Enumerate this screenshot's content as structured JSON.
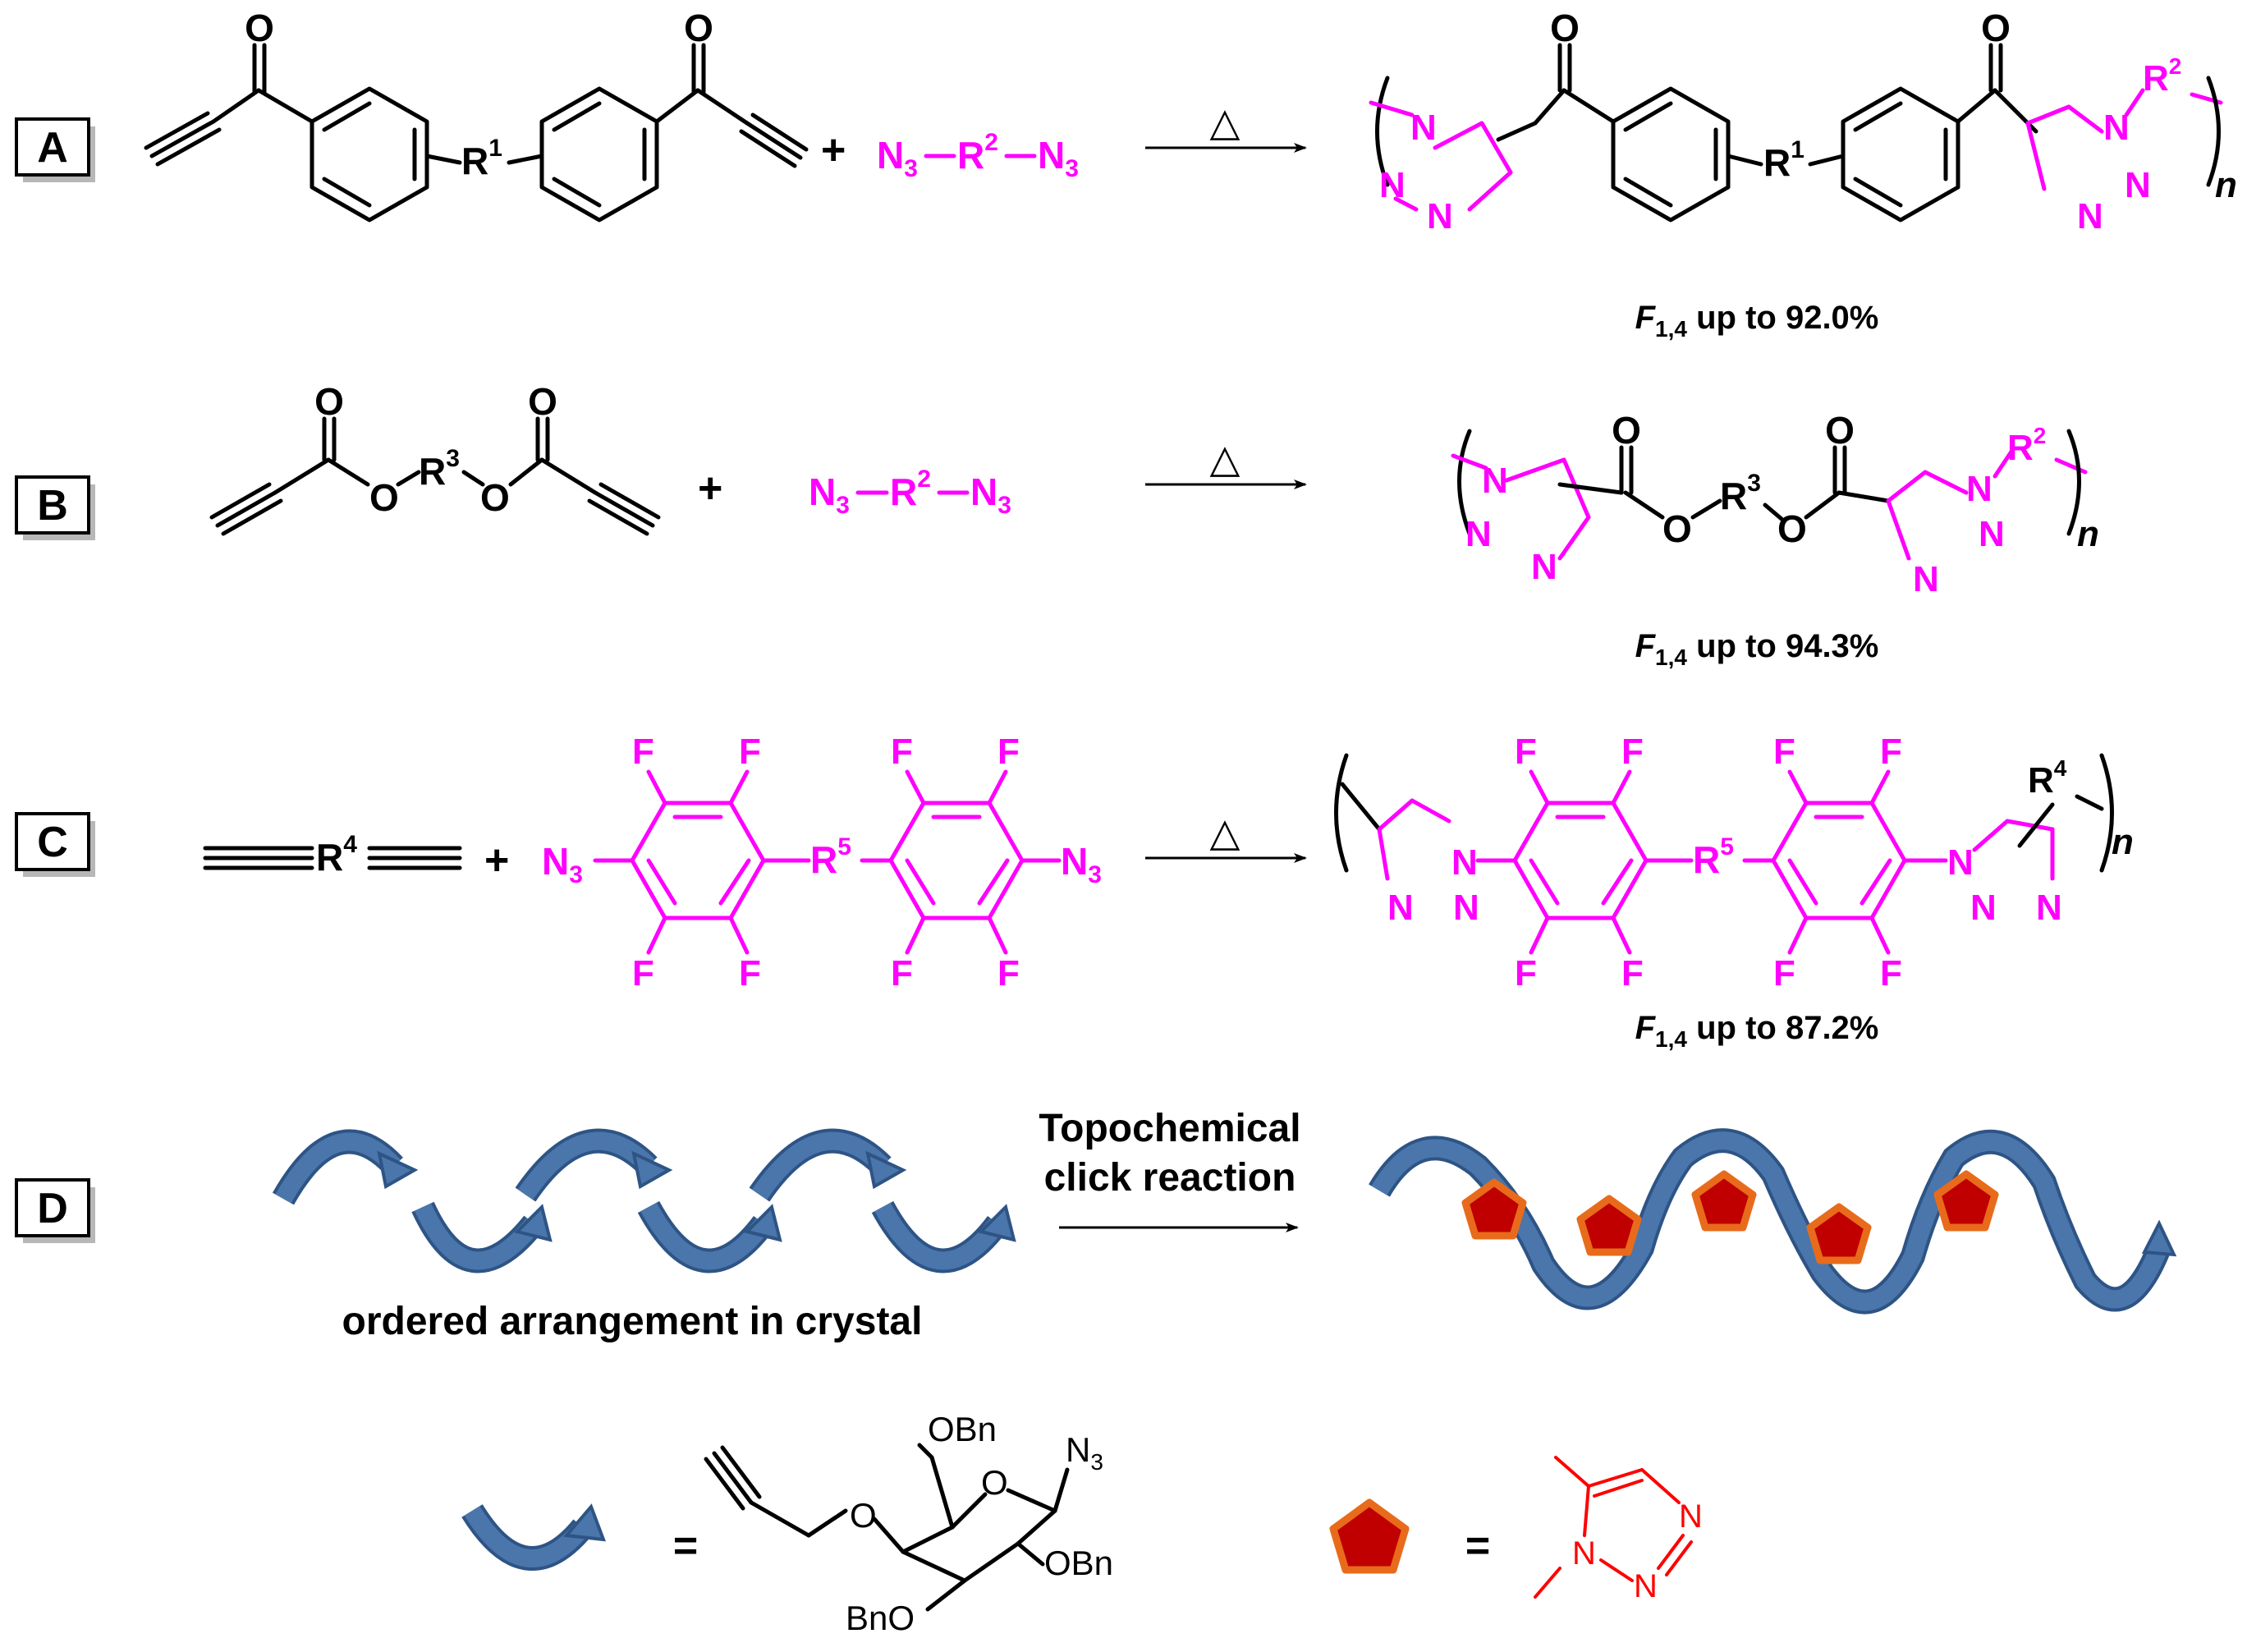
{
  "labels": {
    "a": "A",
    "b": "B",
    "c": "C",
    "d": "D"
  },
  "reagent": {
    "delta": "△",
    "plus": "+",
    "azide_n": "N",
    "three": "3",
    "r2": "R",
    "two": "2"
  },
  "row_a": {
    "r1": "R",
    "r1_sup": "1",
    "yield_f": "F",
    "yield_sub": "1,4",
    "yield_text": " up to 92.0%"
  },
  "row_b": {
    "r3": "R",
    "r3_sup": "3",
    "o": "O",
    "yield_f": "F",
    "yield_sub": "1,4",
    "yield_text": " up to 94.3%"
  },
  "row_c": {
    "r4": "R",
    "r4_sup": "4",
    "r5": "R",
    "r5_sup": "5",
    "f": "F",
    "yield_f": "F",
    "yield_sub": "1,4",
    "yield_text": " up to 87.2%"
  },
  "row_d": {
    "arrow_line1": "Topochemical",
    "arrow_line2": "click reaction",
    "caption": "ordered arrangement in crystal"
  },
  "legend": {
    "equals": "=",
    "obn": "OBn",
    "bno": "BnO",
    "n3": "N",
    "n3_sub": "3",
    "o": "O"
  },
  "polymer": {
    "n": "n",
    "N": "N"
  },
  "colors": {
    "azide": "#ff00ff",
    "triazole_legend": "#ff0000",
    "arrow_fill": "#4a76ab",
    "pentagon_fill": "#c00000",
    "pentagon_edge": "#e86b1b"
  }
}
